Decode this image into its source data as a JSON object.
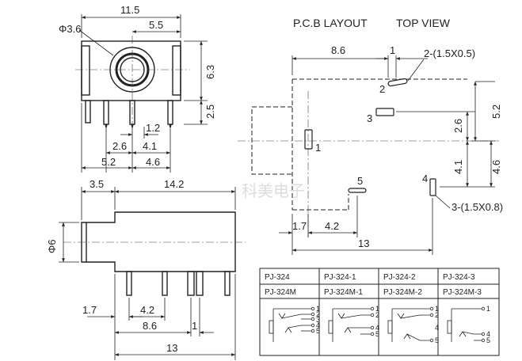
{
  "header": {
    "pcb_layout": "P.C.B LAYOUT",
    "top_view": "TOP VIEW"
  },
  "front_view": {
    "dims": {
      "width": "11.5",
      "diameter": "Φ3.6",
      "half_width": "5.5",
      "height": "6.3",
      "pin_height": "2.5",
      "pin_spacing_a": "1.2",
      "pin_spacing_b": "2.6",
      "pin_spacing_c": "4.1",
      "base_left": "5.2",
      "base_right": "4.6"
    }
  },
  "side_view": {
    "dims": {
      "front_len": "3.5",
      "body_len": "14.2",
      "diameter": "Φ6",
      "pin_a": "1.7",
      "pin_b": "4.2",
      "pin_c": "8.6",
      "pin_d": "1",
      "total": "13"
    }
  },
  "pcb": {
    "dims": {
      "top_offset": "8.6",
      "top_pin_gap": "1",
      "slot_a": "2-(1.5X0.5)",
      "slot_b": "3-(1.5X0.8)",
      "v_a": "5.2",
      "v_b": "2.6",
      "v_c": "4.1",
      "v_d": "4.6",
      "bottom_a": "1.7",
      "bottom_b": "4.2",
      "total": "13"
    },
    "pins": {
      "p1": "1",
      "p2": "2",
      "p3": "3",
      "p4": "4",
      "p5": "5"
    }
  },
  "models_table": {
    "headers": [
      "PJ-324",
      "PJ-324-1",
      "PJ-324-2",
      "PJ-324-3"
    ],
    "variants": [
      "PJ-324M",
      "PJ-324M-1",
      "PJ-324M-2",
      "PJ-324M-3"
    ],
    "schematics": [
      {
        "pins": [
          "1",
          "2",
          "3",
          "4",
          "5"
        ]
      },
      {
        "pins": [
          "1",
          "2",
          "4",
          "5"
        ]
      },
      {
        "pins": [
          "1",
          "2",
          "4",
          "5"
        ]
      },
      {
        "pins": [
          "1",
          "4",
          "5"
        ]
      }
    ]
  },
  "watermark": "科美电子",
  "colors": {
    "line": "#222222",
    "centerline": "#444444"
  }
}
